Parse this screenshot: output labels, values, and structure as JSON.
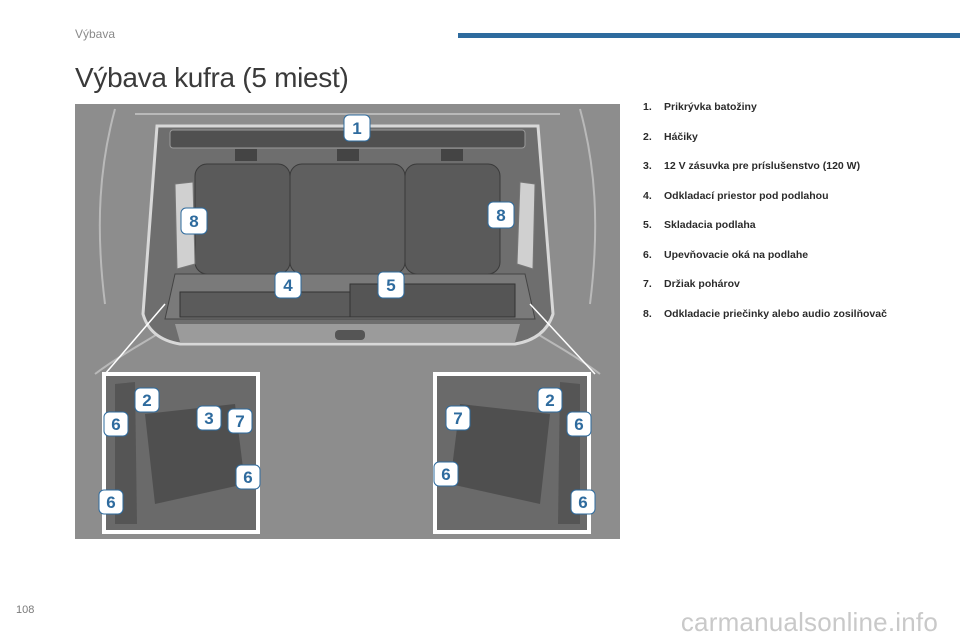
{
  "header": {
    "section_label": "Výbava",
    "accent_color": "#2e6b9e"
  },
  "page_title": "Výbava kufra (5 miest)",
  "figure": {
    "callouts_main": [
      "1",
      "8",
      "8",
      "4",
      "5"
    ],
    "callouts_left": [
      "2",
      "6",
      "3",
      "7",
      "6",
      "6"
    ],
    "callouts_right": [
      "7",
      "2",
      "6",
      "6",
      "6"
    ]
  },
  "legend": [
    {
      "num": "1.",
      "text": "Prikrývka batožiny"
    },
    {
      "num": "2.",
      "text": "Háčiky"
    },
    {
      "num": "3.",
      "text": "12 V zásuvka pre príslušenstvo (120 W)"
    },
    {
      "num": "4.",
      "text": "Odkladací priestor pod podlahou"
    },
    {
      "num": "5.",
      "text": "Skladacia podlaha"
    },
    {
      "num": "6.",
      "text": "Upevňovacie oká na podlahe"
    },
    {
      "num": "7.",
      "text": "Držiak pohárov"
    },
    {
      "num": "8.",
      "text": "Odkladacie priečinky alebo audio zosilňovač"
    }
  ],
  "footer": {
    "page_number": "108",
    "watermark": "carmanualsonline.info"
  }
}
